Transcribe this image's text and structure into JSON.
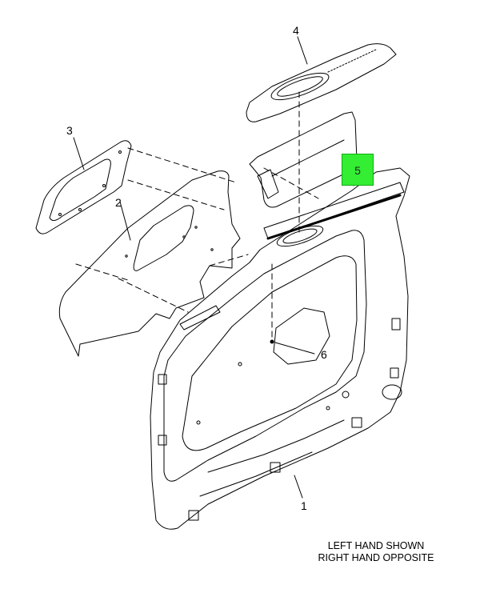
{
  "callouts": {
    "c1": "1",
    "c2": "2",
    "c3": "3",
    "c4": "4",
    "c5": "5",
    "c6": "6"
  },
  "note": {
    "line1": "LEFT HAND SHOWN",
    "line2": "RIGHT HAND OPPOSITE"
  },
  "colors": {
    "highlight": "#33ee33",
    "line": "#000000"
  }
}
